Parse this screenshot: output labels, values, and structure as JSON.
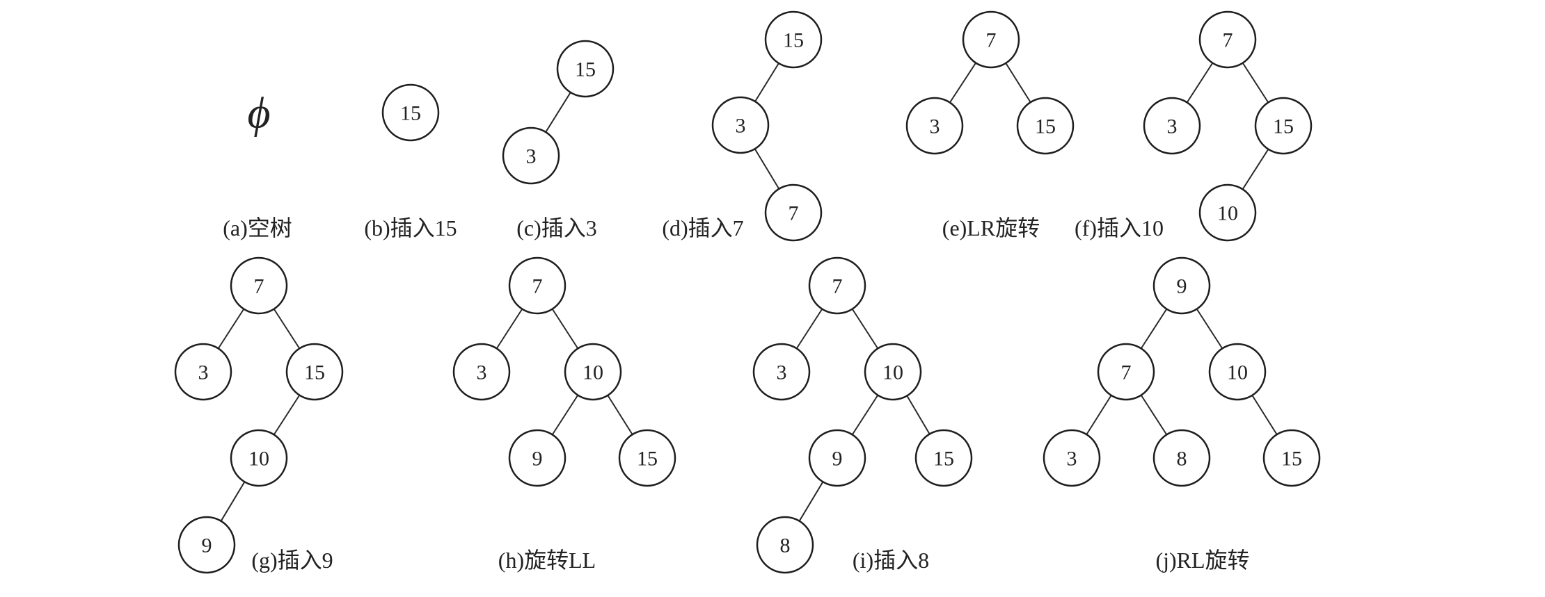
{
  "panels": [
    {
      "id": "a",
      "caption": "(a)空树",
      "empty_symbol": "ϕ",
      "nodes": [],
      "edges": []
    },
    {
      "id": "b",
      "caption": "(b)插入15",
      "nodes": [
        "15"
      ],
      "edges": []
    },
    {
      "id": "c",
      "caption": "(c)插入3",
      "nodes": [
        "15",
        "3"
      ],
      "edges": [
        [
          "15",
          "3"
        ]
      ]
    },
    {
      "id": "d",
      "caption": "(d)插入7",
      "nodes": [
        "15",
        "3",
        "7"
      ],
      "edges": [
        [
          "15",
          "3"
        ],
        [
          "3",
          "7"
        ]
      ]
    },
    {
      "id": "e",
      "caption": "(e)LR旋转",
      "nodes": [
        "7",
        "3",
        "15"
      ],
      "edges": [
        [
          "7",
          "3"
        ],
        [
          "7",
          "15"
        ]
      ]
    },
    {
      "id": "f",
      "caption": "(f)插入10",
      "nodes": [
        "7",
        "3",
        "15",
        "10"
      ],
      "edges": [
        [
          "7",
          "3"
        ],
        [
          "7",
          "15"
        ],
        [
          "15",
          "10"
        ]
      ]
    },
    {
      "id": "g",
      "caption": "(g)插入9",
      "nodes": [
        "7",
        "3",
        "15",
        "10",
        "9"
      ],
      "edges": [
        [
          "7",
          "3"
        ],
        [
          "7",
          "15"
        ],
        [
          "15",
          "10"
        ],
        [
          "10",
          "9"
        ]
      ]
    },
    {
      "id": "h",
      "caption": "(h)旋转LL",
      "nodes": [
        "7",
        "3",
        "10",
        "9",
        "15"
      ],
      "edges": [
        [
          "7",
          "3"
        ],
        [
          "7",
          "10"
        ],
        [
          "10",
          "9"
        ],
        [
          "10",
          "15"
        ]
      ]
    },
    {
      "id": "i",
      "caption": "(i)插入8",
      "nodes": [
        "7",
        "3",
        "10",
        "9",
        "15",
        "8"
      ],
      "edges": [
        [
          "7",
          "3"
        ],
        [
          "7",
          "10"
        ],
        [
          "10",
          "9"
        ],
        [
          "10",
          "15"
        ],
        [
          "9",
          "8"
        ]
      ]
    },
    {
      "id": "j",
      "caption": "(j)RL旋转",
      "nodes": [
        "9",
        "7",
        "10",
        "3",
        "8",
        "15"
      ],
      "edges": [
        [
          "9",
          "7"
        ],
        [
          "9",
          "10"
        ],
        [
          "7",
          "3"
        ],
        [
          "7",
          "8"
        ],
        [
          "10",
          "15"
        ]
      ]
    }
  ]
}
